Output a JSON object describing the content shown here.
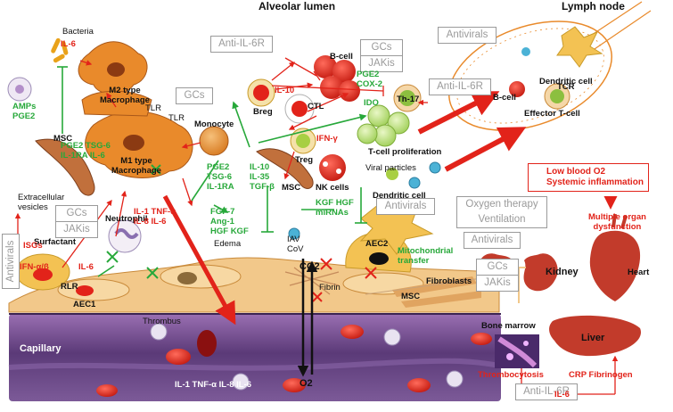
{
  "title": "Alveolar lumen",
  "lymph_node": {
    "title": "Lymph node",
    "dendritic": "Dendritic cell",
    "bcell": "B-cell",
    "tcr": "TCR",
    "effector": "Effector T-cell"
  },
  "grey_boxes": {
    "anti_il6r_top": "Anti-IL-6R",
    "gcs_jakis_top": [
      "GCs",
      "JAKis"
    ],
    "antivirals_top": "Antivirals",
    "anti_il6r_mid": "Anti-IL-6R",
    "gcs_mid": "GCs",
    "gcs_jakis_left": [
      "GCs",
      "JAKis"
    ],
    "antivirals_left": "Antivirals",
    "antivirals_mid": "Antivirals",
    "oxygen": [
      "Oxygen therapy",
      "Ventilation"
    ],
    "antivirals_right": "Antivirals",
    "gcs_jakis_right": [
      "GCs",
      "JAKis"
    ],
    "anti_il6r_bottom": "Anti-IL-6R"
  },
  "cells": {
    "bacteria": "Bacteria",
    "msc_left": "MSC",
    "m2": [
      "M2 type",
      "Macrophage"
    ],
    "m1": [
      "M1 type",
      "Macrophage"
    ],
    "monocyte": "Monocyte",
    "tlr_a": "TLR",
    "tlr_b": "TLR",
    "ev": [
      "Extracellular",
      "vesicles"
    ],
    "bcell": "B-cell",
    "breg": "Breg",
    "ctl": "CTL",
    "treg": "Treg",
    "th17": "Th-17",
    "tprolif": "T-cell proliferation",
    "msc_center": "MSC",
    "nk": "NK cells",
    "viral": "Viral particles",
    "dendritic": "Dendritic cell",
    "surfactant": "Surfactant",
    "neutrophil": "Neutrophil",
    "aec1": "AEC1",
    "rlr": "RLR",
    "edema": "Edema",
    "iav": "IAV",
    "cov": "CoV",
    "aec2": "AEC2",
    "fibrin": "Fibrin",
    "fibroblasts": "Fibroblasts",
    "msc_bottom": "MSC",
    "thrombus": "Thrombus",
    "capillary": "Capillary"
  },
  "mediators": {
    "il6_bacteria": "IL-6",
    "amps": [
      "AMPs",
      "PGE2"
    ],
    "pge2_tsg6": [
      "PGE2 TSG-6",
      "IL-1RA IL-6"
    ],
    "il10_breg": "IL-10",
    "pge2_cox2": [
      "PGE2",
      "COX-2"
    ],
    "ido": "IDO",
    "ifng": "IFN-γ",
    "pge2_tsg6_center": [
      "PGE2",
      "TSG-6",
      "IL-1RA"
    ],
    "il10_il35": [
      "IL-10",
      "IL-35",
      "TGF-β"
    ],
    "kgf_hgf": [
      "KGF HGF",
      "miRNAs"
    ],
    "fgf7": [
      "FGF-7",
      "Ang-1",
      "HGF KGF"
    ],
    "il1_tnf": [
      "IL-1 TNF-α",
      "IL-8 IL-6"
    ],
    "isgs": "ISGs",
    "ifnab": "IFN-α/β",
    "il6_surf": "IL-6",
    "mito": [
      "Mitochondrial",
      "transfer"
    ],
    "co2": "CO2",
    "o2": "O2",
    "capillary_cytokines": "IL-1 TNF-α IL-8 IL-6"
  },
  "systemic": {
    "box": [
      "Low blood O2",
      "Systemic inflammation"
    ],
    "organ": [
      "Multiple organ",
      "dysfunction"
    ],
    "kidney": "Kidney",
    "heart": "Heart",
    "liver": "Liver",
    "bone_marrow": "Bone marrow",
    "thrombocytosis": "Thrombocytosis",
    "crp": "CRP Fibrinogen",
    "il6": "IL-6"
  },
  "colors": {
    "red": "#e2231a",
    "green": "#27a83a",
    "grey": "#9a9a9a",
    "capillary": "#5b3a78",
    "macrophage": "#e98a2b",
    "tissue": "#f2c88a"
  }
}
